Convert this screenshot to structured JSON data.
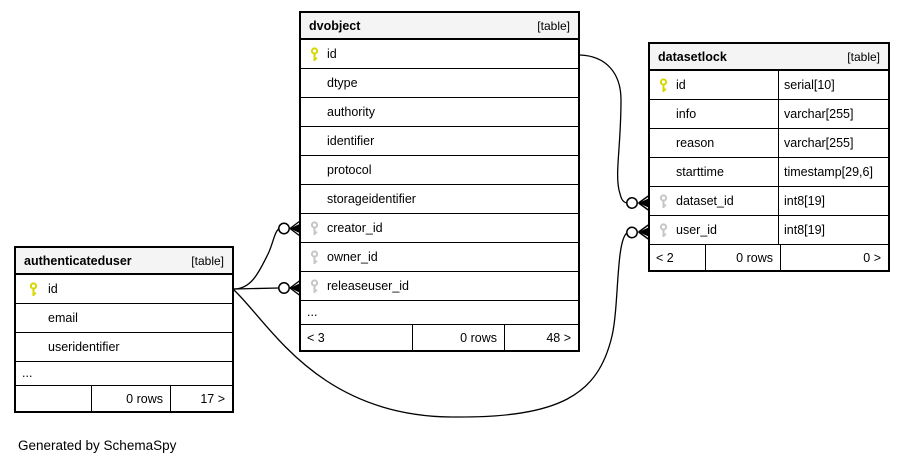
{
  "credit": "Generated by SchemaSpy",
  "colors": {
    "primary_key": "#d6d600",
    "foreign_key": "#c6c6c6",
    "header_bg": "#f4f4f4",
    "border": "#000000",
    "background": "#ffffff"
  },
  "tables": {
    "dvobject": {
      "title": "dvobject",
      "tag": "[table]",
      "columns": [
        {
          "name": "id",
          "key": "primary"
        },
        {
          "name": "dtype"
        },
        {
          "name": "authority"
        },
        {
          "name": "identifier"
        },
        {
          "name": "protocol"
        },
        {
          "name": "storageidentifier"
        },
        {
          "name": "creator_id",
          "key": "foreign"
        },
        {
          "name": "owner_id",
          "key": "foreign"
        },
        {
          "name": "releaseuser_id",
          "key": "foreign"
        }
      ],
      "ellipsis": "...",
      "footer": {
        "hidden_columns": "< 3",
        "rows": "0 rows",
        "children": "48 >"
      }
    },
    "datasetlock": {
      "title": "datasetlock",
      "tag": "[table]",
      "columns": [
        {
          "name": "id",
          "type": "serial[10]",
          "key": "primary"
        },
        {
          "name": "info",
          "type": "varchar[255]"
        },
        {
          "name": "reason",
          "type": "varchar[255]"
        },
        {
          "name": "starttime",
          "type": "timestamp[29,6]"
        },
        {
          "name": "dataset_id",
          "type": "int8[19]",
          "key": "foreign"
        },
        {
          "name": "user_id",
          "type": "int8[19]",
          "key": "foreign"
        }
      ],
      "footer": {
        "hidden_columns": "< 2",
        "rows": "0 rows",
        "children": "0 >"
      }
    },
    "authenticateduser": {
      "title": "authenticateduser",
      "tag": "[table]",
      "columns": [
        {
          "name": "id",
          "key": "primary"
        },
        {
          "name": "email"
        },
        {
          "name": "useridentifier"
        }
      ],
      "ellipsis": "...",
      "footer": {
        "hidden_columns": "",
        "rows": "0 rows",
        "children": "17 >"
      }
    }
  },
  "relationships": [
    {
      "from": "dvobject.id",
      "to": "datasetlock.dataset_id"
    },
    {
      "from": "authenticateduser.id",
      "to": "dvobject.creator_id"
    },
    {
      "from": "authenticateduser.id",
      "to": "dvobject.releaseuser_id"
    },
    {
      "from": "authenticateduser.id",
      "to": "datasetlock.user_id"
    }
  ]
}
